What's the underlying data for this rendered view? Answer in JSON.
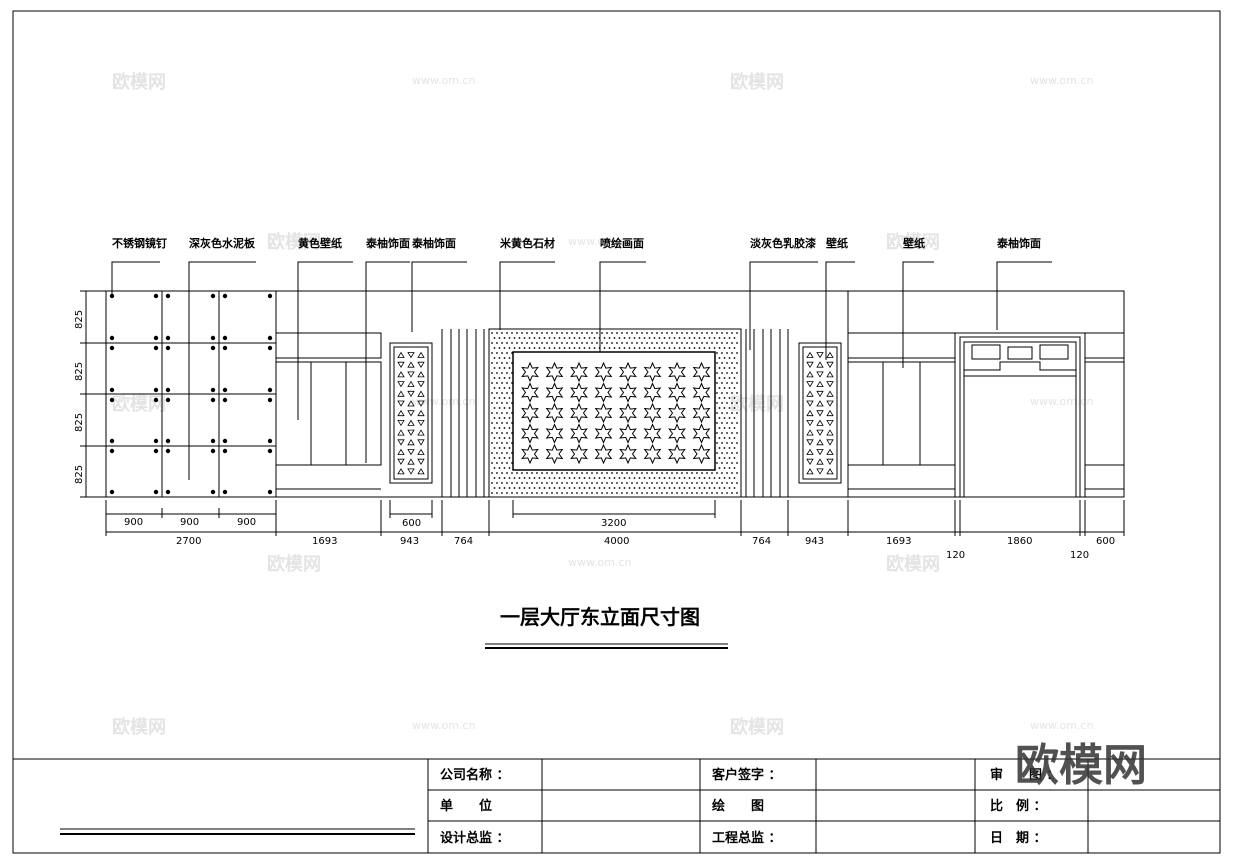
{
  "labels": {
    "steel_nail": "不锈钢镜钉",
    "cement_board": "深灰色水泥板",
    "yellow_wallpaper": "黄色壁纸",
    "teak_1": "泰柚饰面",
    "teak_2": "泰柚饰面",
    "beige_stone": "米黄色石材",
    "painting": "喷绘画面",
    "grey_paint": "淡灰色乳胶漆",
    "wallpaper_1": "壁纸",
    "wallpaper_2": "壁纸",
    "teak_3": "泰柚饰面"
  },
  "dims_vertical": [
    "825",
    "825",
    "825",
    "825"
  ],
  "dims_sub": [
    "900",
    "900",
    "900",
    "600",
    "3200"
  ],
  "dims_main": [
    "2700",
    "1693",
    "943",
    "764",
    "4000",
    "764",
    "943",
    "1693",
    "120",
    "1860",
    "120",
    "600"
  ],
  "title": "一层大厅东立面尺寸图",
  "title_block": {
    "company": "公司名称 ：",
    "unit": "单　　位",
    "design": "设计总监 ：",
    "client": "客户签字 ：",
    "drawing": "绘　　图",
    "project": "工程总监 ：",
    "review": "审　　图 ：",
    "scale": "比　例 ：",
    "date": "日　期 ："
  },
  "watermark": {
    "brand": "欧模网",
    "url": "www.om.cn"
  }
}
